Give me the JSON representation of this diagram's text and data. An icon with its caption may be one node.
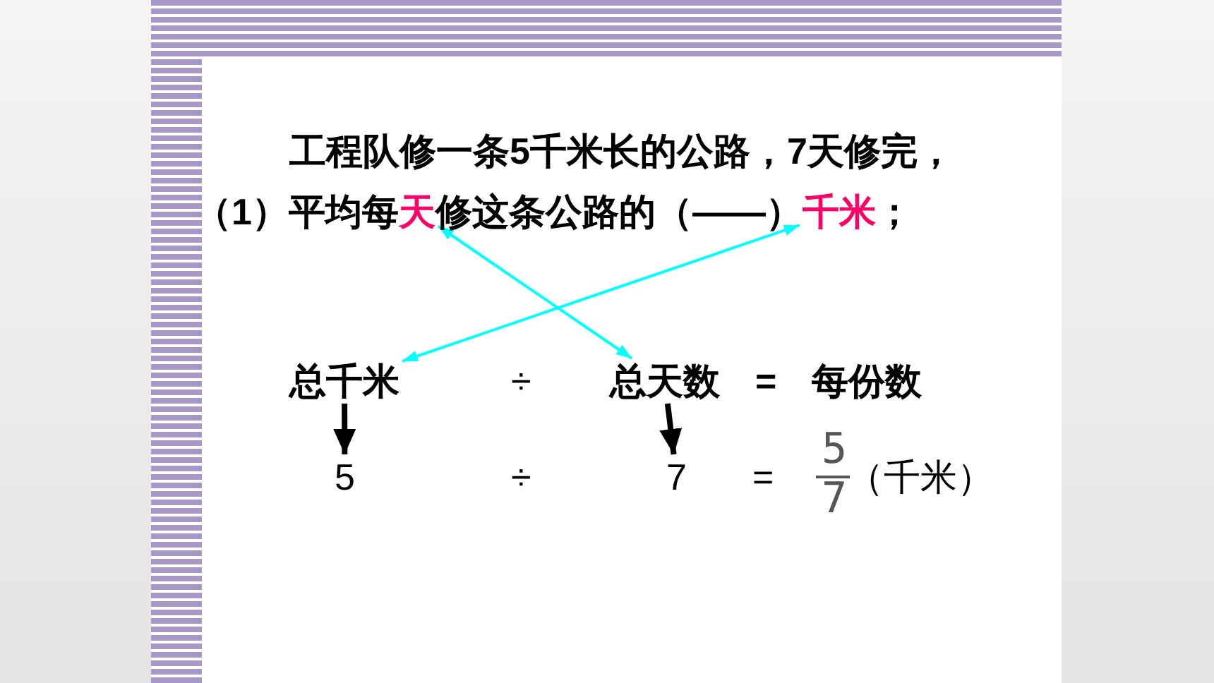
{
  "diagram": {
    "nodes": [
      {
        "text": [
          "天"
        ]
      },
      {
        "text": [
          "千米"
        ]
      },
      {
        "text": [
          "总千米"
        ]
      },
      {
        "text": [
          "总天数"
        ]
      },
      {
        "text": [
          "5"
        ]
      },
      {
        "text": [
          "7"
        ]
      }
    ],
    "edges": [
      {
        "from": 0,
        "to": 3,
        "arrow": "both",
        "color": "#00ffff"
      },
      {
        "from": 1,
        "to": 2,
        "arrow": "both",
        "color": "#00ffff"
      },
      {
        "from": 2,
        "to": 4,
        "arrow": "to",
        "style": "thick",
        "color": "#000000"
      },
      {
        "from": 3,
        "to": 5,
        "arrow": "to",
        "style": "thick",
        "color": "#000000"
      }
    ],
    "labels": [
      "工程队修一条5千米长的公路，7天修完，",
      "（1）平均每",
      "修这条公路的（——）",
      "；",
      "÷",
      "=",
      "每份数",
      "÷",
      "=",
      "5",
      "7",
      "（千米）"
    ]
  }
}
